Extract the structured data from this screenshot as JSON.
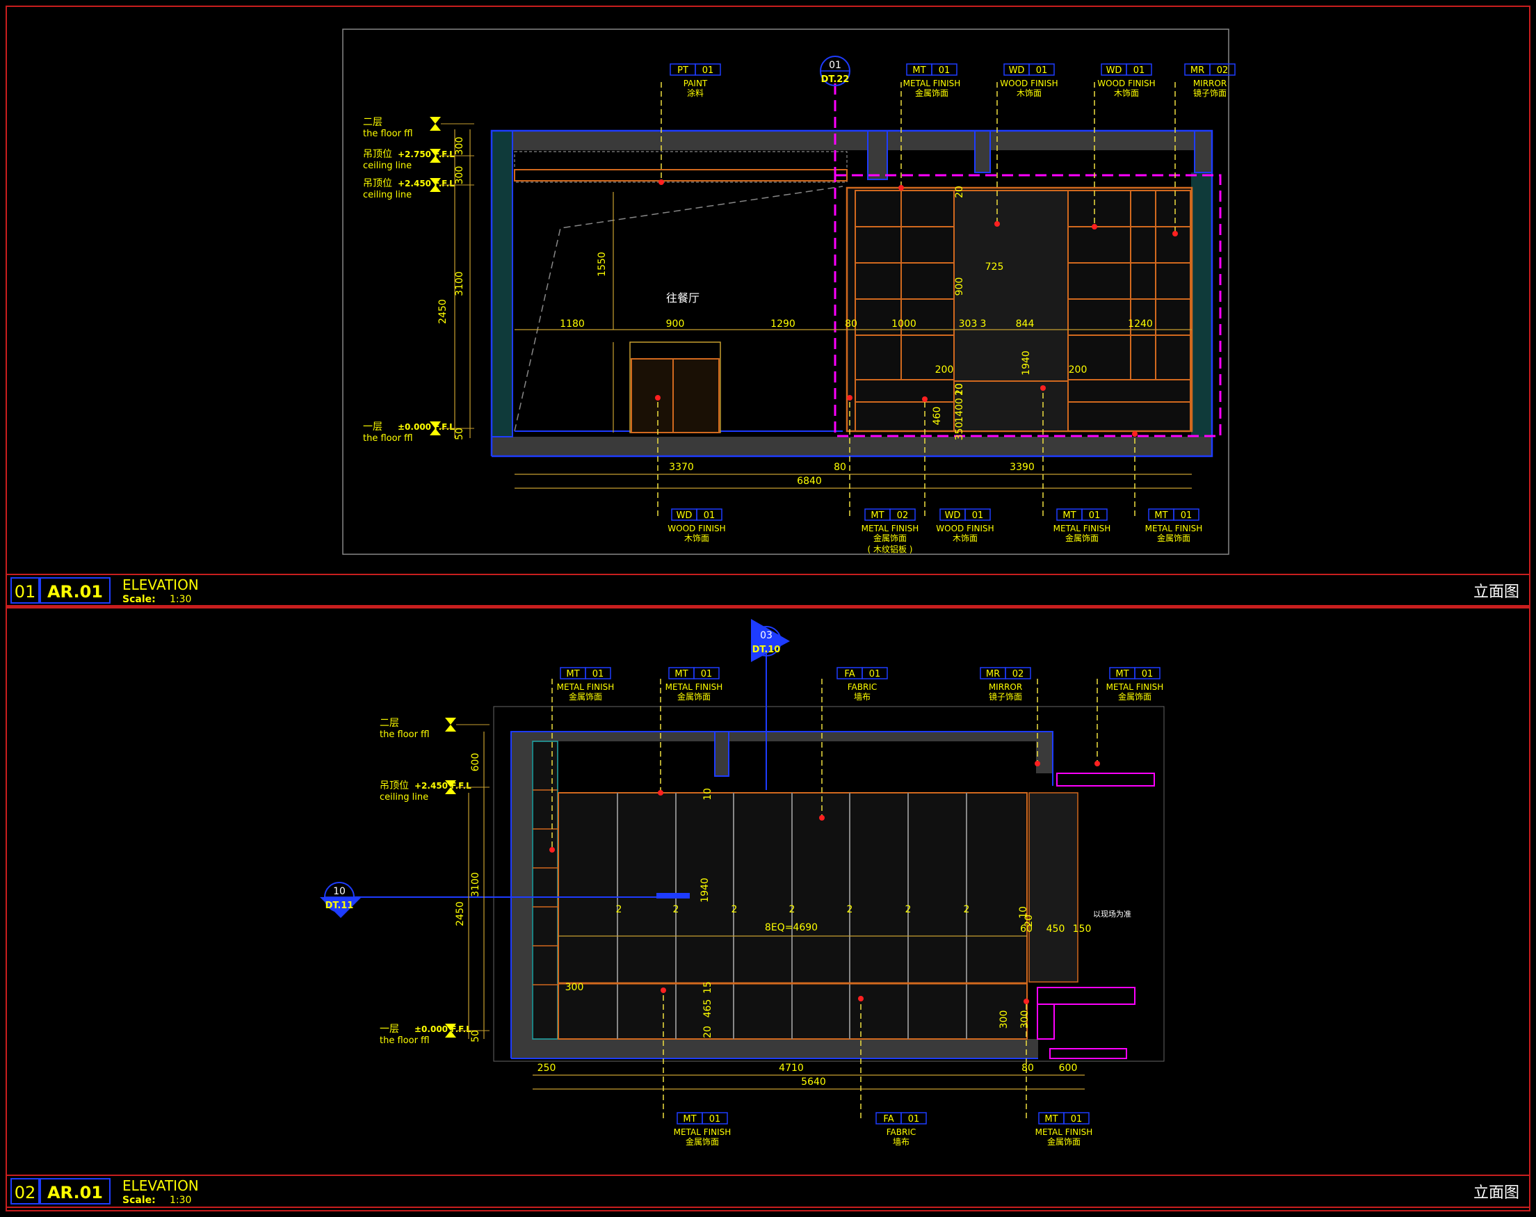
{
  "colors": {
    "background": "#000000",
    "frame": "#c81e1e",
    "wall": "#3a3a3a",
    "outline": "#1e3cff",
    "dimension": "#c8a030",
    "text_yellow": "#ffff00",
    "leader": "#f0e040",
    "cabinet": "#d2691e",
    "highlight": "#ff00ff",
    "marker": "#ff2020",
    "white": "#ffffff"
  },
  "titleblocks": [
    {
      "number": "01",
      "code": "AR.01",
      "title": "ELEVATION",
      "scale_label": "Scale:",
      "scale_value": "1:30",
      "right_label": "立面图"
    },
    {
      "number": "02",
      "code": "AR.01",
      "title": "ELEVATION",
      "scale_label": "Scale:",
      "scale_value": "1:30",
      "right_label": "立面图"
    }
  ],
  "elevation1": {
    "level_labels": [
      {
        "cn": "二层",
        "en": "the floor ffl",
        "value": ""
      },
      {
        "cn": "吊顶位",
        "en": "ceiling line",
        "value": "+2.750 F.F.L"
      },
      {
        "cn": "吊顶位",
        "en": "ceiling line",
        "value": "+2.450 F.F.L"
      },
      {
        "cn": "一层",
        "en": "the floor ffl",
        "value": "±0.000 F.F.L"
      }
    ],
    "vertical_dims": [
      "300",
      "300",
      "3100",
      "2450",
      "50",
      "1550",
      "900",
      "1940",
      "1400",
      "460",
      "350",
      "20",
      "10",
      "20"
    ],
    "horizontal_dims_inner": [
      "1180",
      "900",
      "1290",
      "80",
      "1000",
      "303",
      "3",
      "844",
      "1240",
      "725",
      "200",
      "200"
    ],
    "horizontal_dims_bottom": [
      "3370",
      "80",
      "3390",
      "6840"
    ],
    "room_label": "往餐厅",
    "section_marker": {
      "number": "01",
      "ref": "DT.22"
    },
    "top_tags": [
      {
        "code": "PT",
        "num": "01",
        "en": "PAINT",
        "cn": "涂料"
      },
      {
        "code": "MT",
        "num": "01",
        "en": "METAL FINISH",
        "cn": "金属饰面"
      },
      {
        "code": "WD",
        "num": "01",
        "en": "WOOD FINISH",
        "cn": "木饰面"
      },
      {
        "code": "WD",
        "num": "01",
        "en": "WOOD FINISH",
        "cn": "木饰面"
      },
      {
        "code": "MR",
        "num": "02",
        "en": "MIRROR",
        "cn": "镜子饰面"
      }
    ],
    "bottom_tags": [
      {
        "code": "WD",
        "num": "01",
        "en": "WOOD FINISH",
        "cn": "木饰面",
        "note": ""
      },
      {
        "code": "MT",
        "num": "02",
        "en": "METAL FINISH",
        "cn": "金属饰面",
        "note": "( 木纹铝板 )"
      },
      {
        "code": "WD",
        "num": "01",
        "en": "WOOD FINISH",
        "cn": "木饰面",
        "note": ""
      },
      {
        "code": "MT",
        "num": "01",
        "en": "METAL FINISH",
        "cn": "金属饰面",
        "note": ""
      },
      {
        "code": "MT",
        "num": "01",
        "en": "METAL FINISH",
        "cn": "金属饰面",
        "note": ""
      }
    ]
  },
  "elevation2": {
    "level_labels": [
      {
        "cn": "二层",
        "en": "the floor ffl",
        "value": ""
      },
      {
        "cn": "吊顶位",
        "en": "ceiling line",
        "value": "+2.450 F.F.L"
      },
      {
        "cn": "一层",
        "en": "the floor ffl",
        "value": "±0.000 F.F.L"
      }
    ],
    "vertical_dims": [
      "600",
      "3100",
      "2450",
      "50",
      "1940",
      "15",
      "465",
      "20",
      "10",
      "10",
      "20",
      "300",
      "300"
    ],
    "horizontal_dims_inner": [
      "2",
      "2",
      "2",
      "2",
      "2",
      "2",
      "2",
      "8EQ=4690",
      "60",
      "450",
      "150",
      "300"
    ],
    "horizontal_dims_bottom": [
      "250",
      "4710",
      "80",
      "600",
      "5640"
    ],
    "side_note": "以现场为准",
    "section_marker_top": {
      "number": "03",
      "ref": "DT.10"
    },
    "section_marker_left": {
      "number": "10",
      "ref": "DT.11"
    },
    "top_tags": [
      {
        "code": "MT",
        "num": "01",
        "en": "METAL FINISH",
        "cn": "金属饰面"
      },
      {
        "code": "MT",
        "num": "01",
        "en": "METAL FINISH",
        "cn": "金属饰面"
      },
      {
        "code": "FA",
        "num": "01",
        "en": "FABRIC",
        "cn": "墙布"
      },
      {
        "code": "MR",
        "num": "02",
        "en": "MIRROR",
        "cn": "镜子饰面"
      },
      {
        "code": "MT",
        "num": "01",
        "en": "METAL FINISH",
        "cn": "金属饰面"
      }
    ],
    "bottom_tags": [
      {
        "code": "MT",
        "num": "01",
        "en": "METAL FINISH",
        "cn": "金属饰面"
      },
      {
        "code": "FA",
        "num": "01",
        "en": "FABRIC",
        "cn": "墙布"
      },
      {
        "code": "MT",
        "num": "01",
        "en": "METAL FINISH",
        "cn": "金属饰面"
      }
    ]
  }
}
